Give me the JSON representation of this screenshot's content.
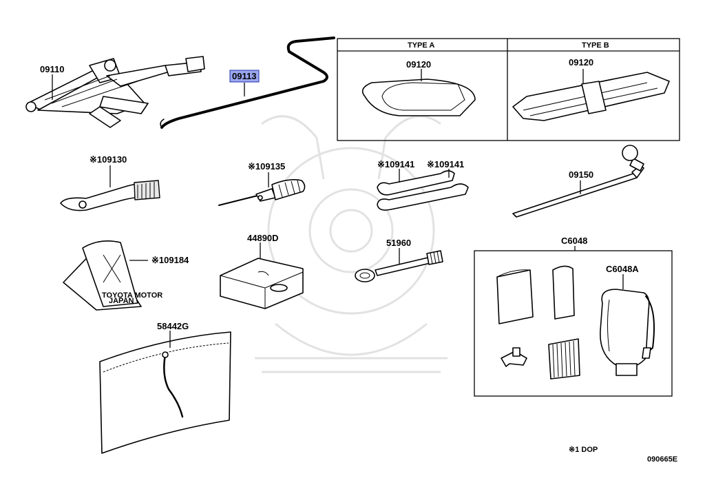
{
  "labels": {
    "jack": "09110",
    "handle": "09113",
    "bag_a": "09120",
    "bag_b": "09120",
    "pliers": "09130",
    "screwdriver": "09135",
    "wrench1": "09141",
    "wrench2": "09141",
    "lug_wrench": "09150",
    "chock": "09184",
    "repair_kit": "44890D",
    "tow_hook": "51960",
    "pouch": "58442G",
    "kit_box": "C6048",
    "compressor": "C6048A"
  },
  "prefix_mark": "※1",
  "table_headers": {
    "type_a": "TYPE A",
    "type_b": "TYPE B"
  },
  "chock_text": {
    "line1": "TOYOTA MOTOR",
    "line2": "JAPAN"
  },
  "footnote": "※1 DOP",
  "figure_code": "090665E",
  "highlight_color": "#9aa6ee"
}
